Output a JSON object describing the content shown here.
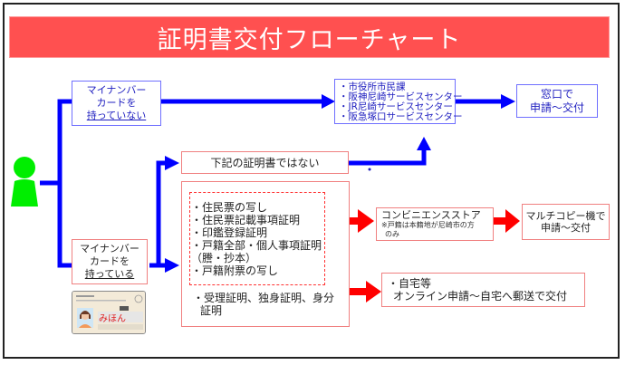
{
  "title": "証明書交付フローチャート",
  "colors": {
    "title_bg": "#ff5050",
    "blue_flow": "#0000ff",
    "red_flow": "#ff0000",
    "person": "#00ee00",
    "blue_box_border": "#6f6fff",
    "red_box_border": "#f08080"
  },
  "start": {
    "icon": "person-icon"
  },
  "no_card_box": {
    "line1": "マイナンバー",
    "line2": "カードを",
    "line3": "持っていない"
  },
  "has_card_box": {
    "line1": "マイナンバー",
    "line2": "カードを",
    "line3": "持っている"
  },
  "card_image": {
    "icon": "my-number-card-sample-icon",
    "stamp": "みほん"
  },
  "counter_locations_box": {
    "items": [
      "・市役所市民課",
      "・阪神尼崎サービスセンター",
      "・JR尼崎サービスセンター",
      "・阪急塚口サービスセンター"
    ]
  },
  "counter_result_box": {
    "line1": "窓口で",
    "line2": "申請～交付"
  },
  "not_listed_box": {
    "label": "下記の証明書ではない"
  },
  "certificates_box": {
    "dashed_items": [
      "・住民票の写し",
      "・住民票記載事項証明",
      "・印鑑登録証明",
      "・戸籍全部・個人事項証明",
      "（謄・抄本）",
      "・戸籍附票の写し"
    ],
    "other_line1": "・受理証明、独身証明、身分",
    "other_line2": "証明"
  },
  "convenience_box": {
    "label": "コンビニエンスストア",
    "note_line1": "※戸籍は本籍地が尼崎市の方",
    "note_line2": "のみ"
  },
  "multicopy_box": {
    "line1": "マルチコピー機で",
    "line2": "申請～交付"
  },
  "online_box": {
    "line1": "・自宅等",
    "line2": "オンライン申請～自宅へ郵送で交付"
  }
}
